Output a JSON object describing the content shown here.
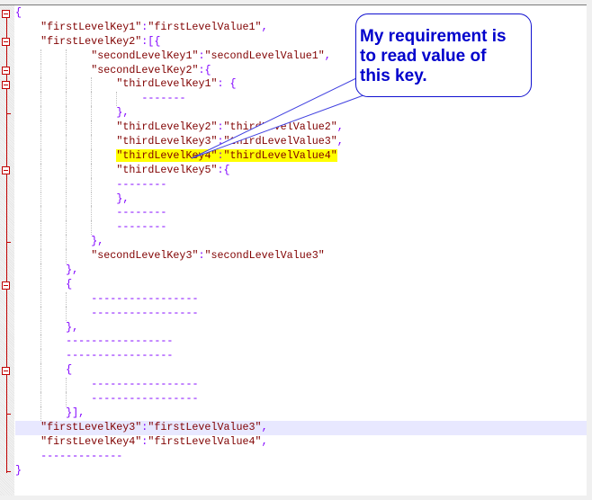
{
  "editor": {
    "lines": [
      {
        "indent": 0,
        "text": "{",
        "fold": "start"
      },
      {
        "indent": 4,
        "text": "\"firstLevelKey1\":\"firstLevelValue1\","
      },
      {
        "indent": 4,
        "text": "\"firstLevelKey2\":[{",
        "fold": "start"
      },
      {
        "indent": 12,
        "text": "\"secondLevelKey1\":\"secondLevelValue1\","
      },
      {
        "indent": 12,
        "text": "\"secondLevelKey2\":{",
        "fold": "start"
      },
      {
        "indent": 16,
        "text": "\"thirdLevelKey1\": {",
        "fold": "start"
      },
      {
        "indent": 20,
        "text": "-------"
      },
      {
        "indent": 16,
        "text": "},",
        "fold": "end"
      },
      {
        "indent": 16,
        "text": "\"thirdLevelKey2\":\"thirdLevelValue2\","
      },
      {
        "indent": 16,
        "text": "\"thirdLevelKey3\":\"thirdLevelValue3\","
      },
      {
        "indent": 16,
        "text": "\"thirdLevelKey4\":\"thirdLevelValue4\"",
        "highlight": true
      },
      {
        "indent": 16,
        "text": "\"thirdLevelKey5\":{",
        "fold": "start"
      },
      {
        "indent": 16,
        "text": "--------"
      },
      {
        "indent": 16,
        "text": "},"
      },
      {
        "indent": 16,
        "text": "--------"
      },
      {
        "indent": 16,
        "text": "--------"
      },
      {
        "indent": 12,
        "text": "},",
        "fold": "end"
      },
      {
        "indent": 12,
        "text": "\"secondLevelKey3\":\"secondLevelValue3\""
      },
      {
        "indent": 8,
        "text": "},"
      },
      {
        "indent": 8,
        "text": "{",
        "fold": "start"
      },
      {
        "indent": 12,
        "text": "-----------------"
      },
      {
        "indent": 12,
        "text": "-----------------"
      },
      {
        "indent": 8,
        "text": "},"
      },
      {
        "indent": 8,
        "text": "-----------------"
      },
      {
        "indent": 8,
        "text": "-----------------"
      },
      {
        "indent": 8,
        "text": "{",
        "fold": "start"
      },
      {
        "indent": 12,
        "text": "-----------------"
      },
      {
        "indent": 12,
        "text": "-----------------"
      },
      {
        "indent": 8,
        "text": "}],",
        "fold": "end"
      },
      {
        "indent": 4,
        "text": "\"firstLevelKey3\":\"firstLevelValue3\",",
        "current": true
      },
      {
        "indent": 4,
        "text": "\"firstLevelKey4\":\"firstLevelValue4\","
      },
      {
        "indent": 4,
        "text": "-------------"
      },
      {
        "indent": 0,
        "text": "}",
        "fold": "end"
      }
    ]
  },
  "callout": {
    "line1": "My requirement is",
    "line2": "to read value of",
    "line3": "this key."
  },
  "colors": {
    "string": "#800000",
    "operator": "#8000ff",
    "callout": "#0000cc",
    "highlight": "#ffff00"
  }
}
